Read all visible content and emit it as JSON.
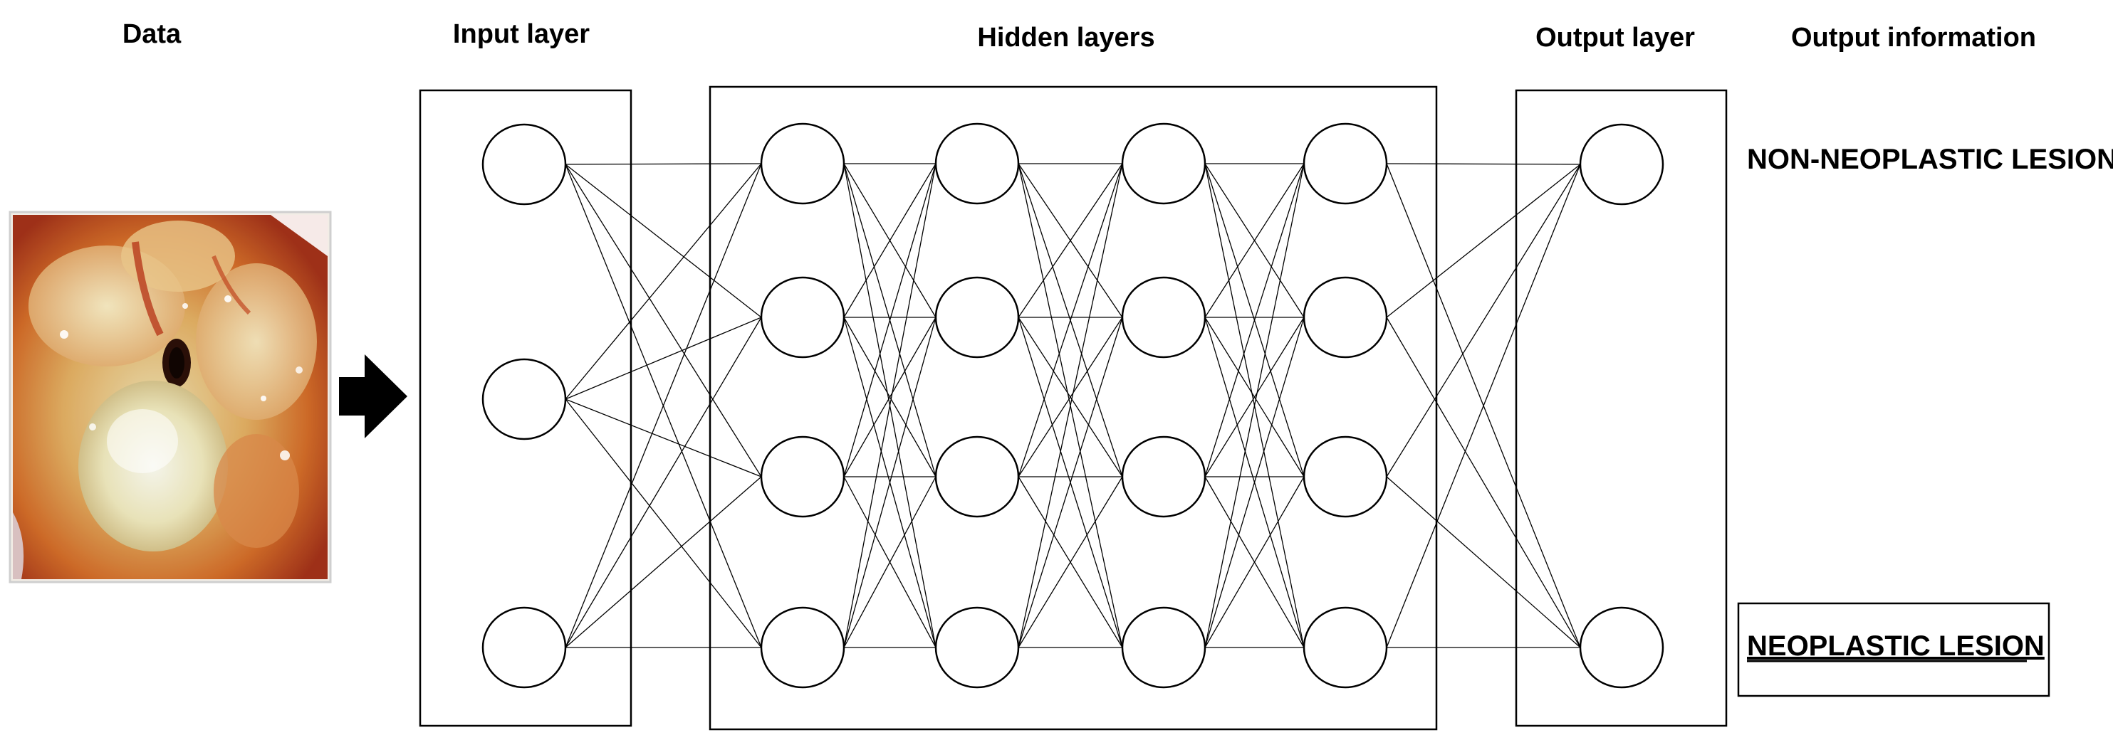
{
  "headers": {
    "data": "Data",
    "input_layer": "Input layer",
    "hidden_layers": "Hidden layers",
    "output_layer": "Output layer",
    "output_information": "Output information"
  },
  "outputs": {
    "non_neoplastic": "NON-NEOPLASTIC LESION",
    "neoplastic": "NEOPLASTIC LESION"
  },
  "network": {
    "input_neurons": 3,
    "hidden_layer_count": 4,
    "hidden_neurons_per_layer": 4,
    "output_neurons": 2
  },
  "colors": {
    "line": "#000000",
    "background": "#ffffff",
    "photo_tissue_light": "#f4e6b0",
    "photo_tissue_orange": "#d9702a",
    "photo_tissue_red": "#b83a1c"
  }
}
